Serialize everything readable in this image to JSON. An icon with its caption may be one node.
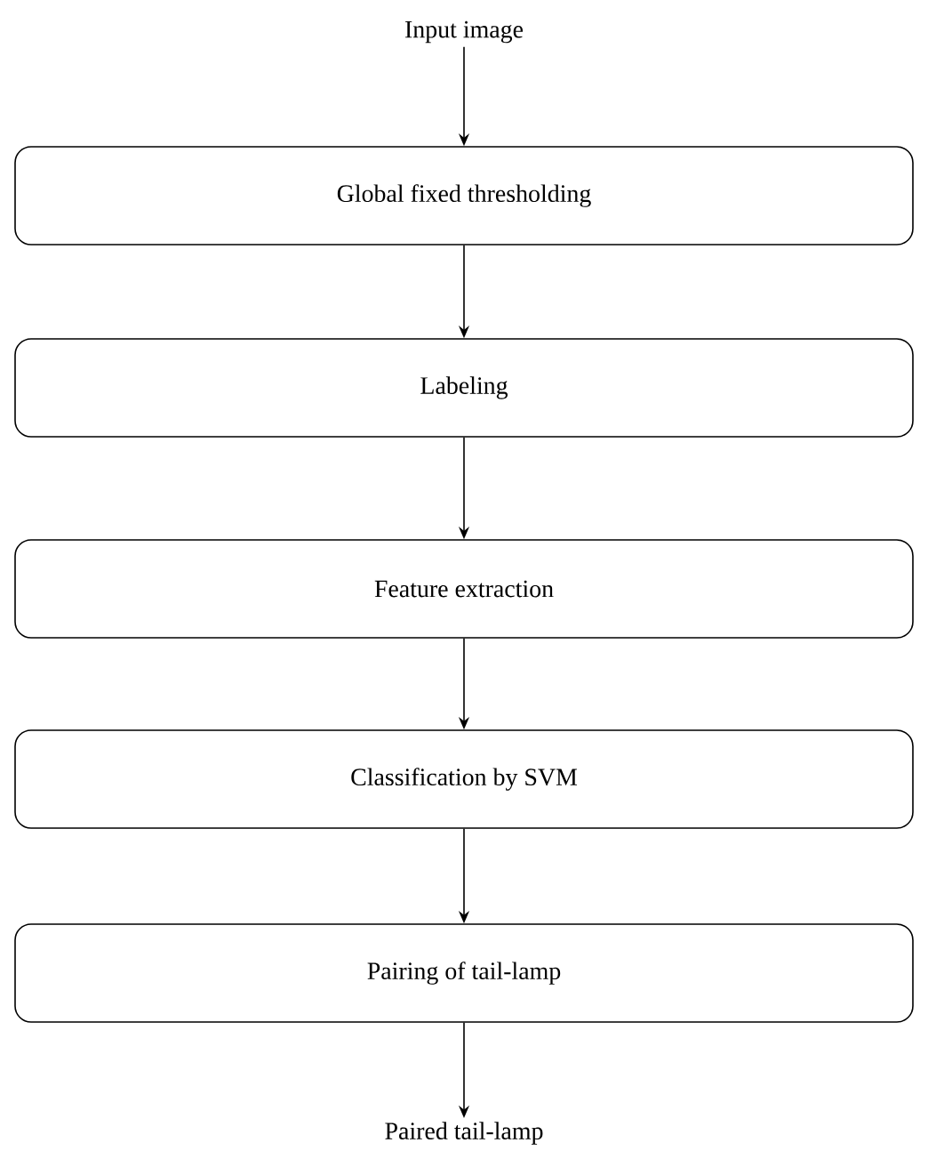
{
  "diagram": {
    "nodes": [
      {
        "text": [
          "Input image"
        ]
      },
      {
        "text": [
          "Global fixed thresholding"
        ]
      },
      {
        "text": [
          "Labeling"
        ]
      },
      {
        "text": [
          "Feature extraction"
        ]
      },
      {
        "text": [
          "Classification by SVM"
        ]
      },
      {
        "text": [
          "Pairing of tail-lamp"
        ]
      },
      {
        "text": [
          "Paired tail-lamp"
        ]
      }
    ],
    "edges": [
      {
        "from": 0,
        "to": 1,
        "arrow": "to"
      },
      {
        "from": 1,
        "to": 2,
        "arrow": "to"
      },
      {
        "from": 2,
        "to": 3,
        "arrow": "to"
      },
      {
        "from": 3,
        "to": 4,
        "arrow": "to"
      },
      {
        "from": 4,
        "to": 5,
        "arrow": "to"
      },
      {
        "from": 5,
        "to": 6,
        "arrow": "to"
      }
    ]
  }
}
